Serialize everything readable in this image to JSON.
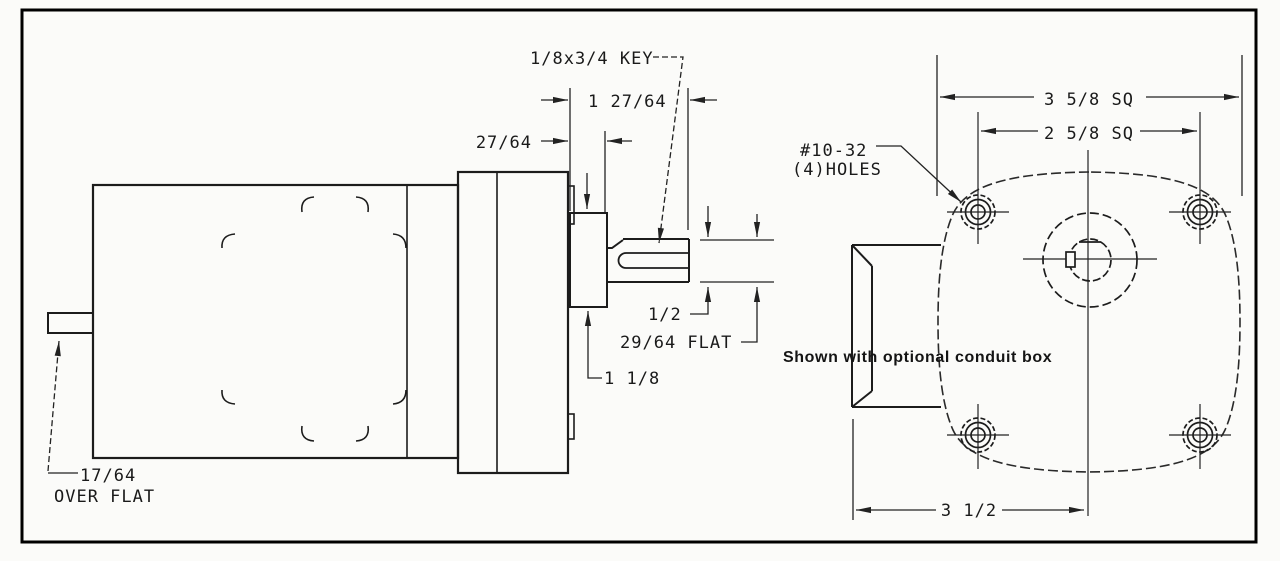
{
  "side_view": {
    "key_label": "1/8x3/4 KEY",
    "shaft_length": "1 27/64",
    "hub_width": "27/64",
    "shaft_diameter": "1/2",
    "shaft_flat": "29/64 FLAT",
    "hub_diameter": "1 1/8",
    "rear_flat_value": "17/64",
    "rear_flat_caption": "OVER FLAT"
  },
  "face_view": {
    "outer_square": "3 5/8 SQ",
    "bolt_square": "2 5/8 SQ",
    "holes_thread": "#10-32",
    "holes_count": "(4)HOLES",
    "base_offset": "3 1/2",
    "note": "Shown with optional conduit box"
  },
  "colors": {
    "line": "#1c1c1c",
    "dimension": "#222222",
    "background": "#fbfbf9",
    "border": "#000000"
  }
}
